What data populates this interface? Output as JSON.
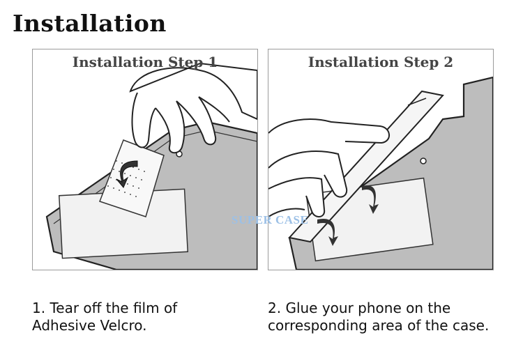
{
  "page": {
    "title": "Installation"
  },
  "steps": [
    {
      "heading": "Installation Step 1",
      "caption_lines": [
        "1. Tear off the film of",
        "Adhesive Velcro."
      ]
    },
    {
      "heading": "Installation Step 2",
      "caption_lines": [
        "2. Glue your phone on the",
        "corresponding area of the case."
      ]
    }
  ],
  "watermark": "SUPER CASE",
  "icons": {
    "step1": [
      "hand-icon",
      "velcro-film-icon",
      "curved-arrow-icon",
      "armband-case-icon"
    ],
    "step2": [
      "hand-icon",
      "phone-icon",
      "curved-arrow-icon",
      "armband-case-icon"
    ]
  },
  "colors": {
    "title": "#111111",
    "panel_border": "#9a9a9a",
    "case_fill": "#bdbdbd",
    "watermark": "#9cc0e6"
  }
}
